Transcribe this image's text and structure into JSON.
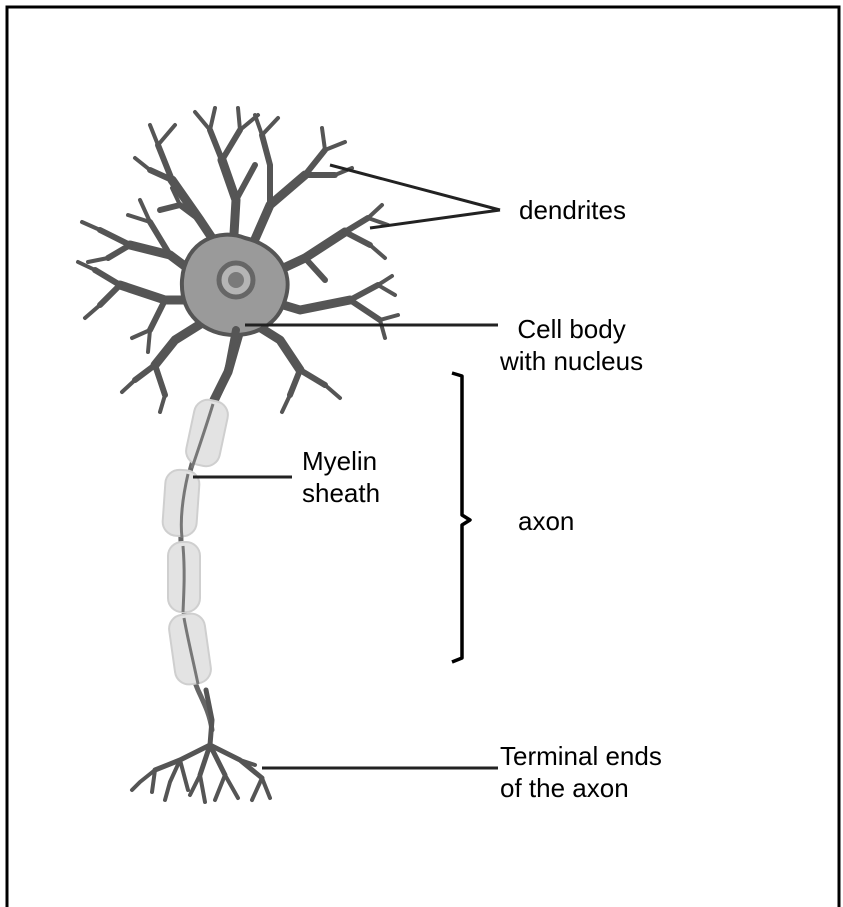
{
  "diagram": {
    "labels": {
      "dendrites": "dendrites",
      "cell_body": [
        "Cell body",
        "with nucleus"
      ],
      "myelin": [
        "Myelin",
        "sheath"
      ],
      "axon": "axon",
      "terminal": [
        "Terminal ends",
        "of the axon"
      ]
    },
    "colors": {
      "stroke": "#4a4a4a",
      "fill": "#8c8c8c",
      "soma": "#9a9a9a",
      "myelin": "#e2e2e2"
    }
  }
}
